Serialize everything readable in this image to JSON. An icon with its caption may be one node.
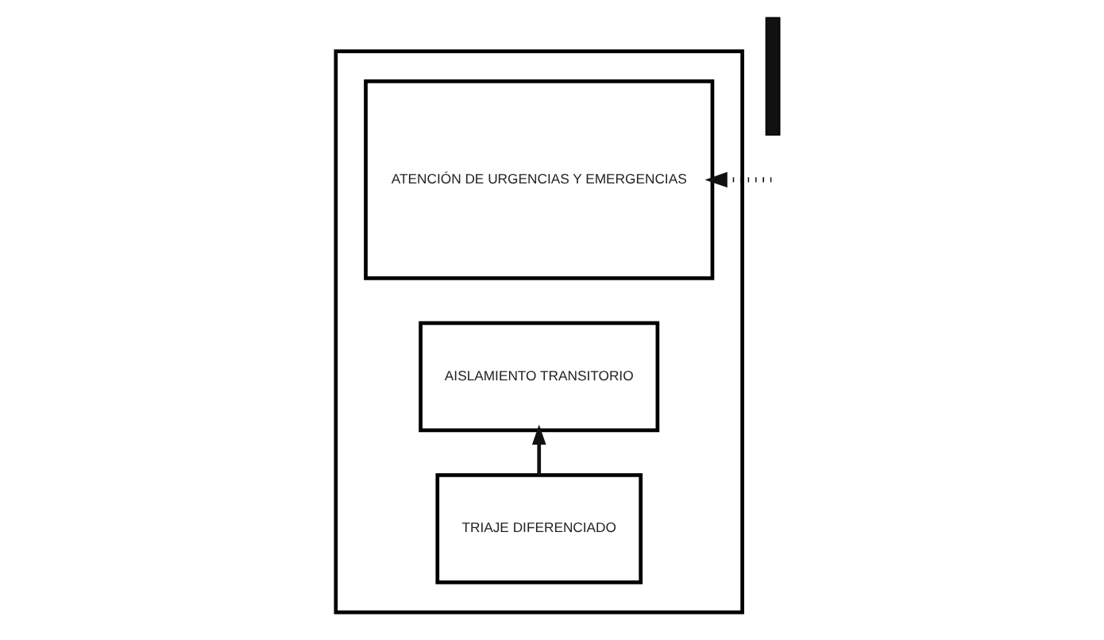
{
  "diagram": {
    "nodes": [
      {
        "text": [],
        "shape": "box"
      },
      {
        "text": [
          "AISLAMIENTO TRANSITORIO"
        ],
        "in": 0
      },
      {
        "text": [
          "ATENCIÓN DE URGENCIAS Y EMERGENCIAS"
        ],
        "in": 0
      },
      {
        "text": [
          "TRIAJE DIFERENCIADO"
        ],
        "in": 0
      },
      {
        "text": [],
        "shape": "bar"
      }
    ],
    "edges": [
      {
        "from": 3,
        "to": 1,
        "arrow": "to"
      },
      {
        "from": null,
        "to": 2,
        "arrow": "to",
        "style": "dashed"
      }
    ]
  }
}
